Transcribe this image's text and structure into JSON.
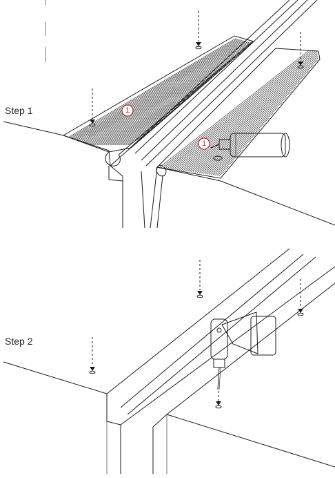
{
  "steps": [
    {
      "label": "Step 1"
    },
    {
      "label": "Step 2"
    }
  ],
  "callouts": [
    {
      "text": "1"
    },
    {
      "text": "1"
    }
  ],
  "icons": {
    "screw": "screw-icon",
    "adhesive": "adhesive-bottle-icon",
    "drill": "cordless-drill-icon"
  },
  "colors": {
    "line": "#1a1a1a",
    "callout": "#c0282e"
  }
}
